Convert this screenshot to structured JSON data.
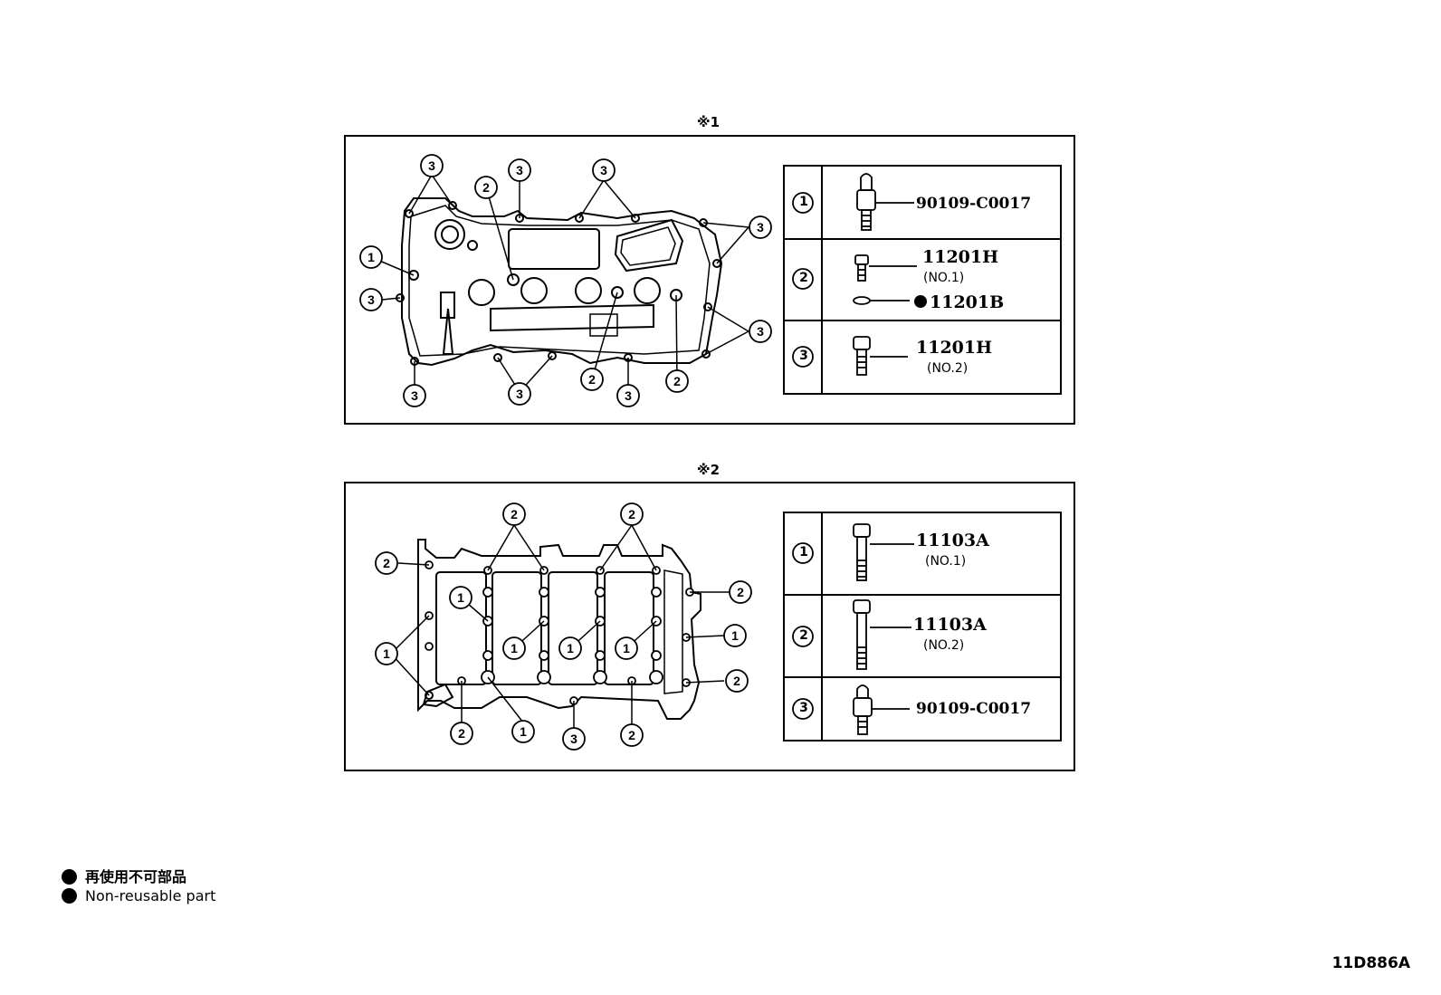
{
  "diagrams": [
    {
      "marker": "※1",
      "callouts": [
        "1",
        "2",
        "3"
      ],
      "table": [
        {
          "num": "1",
          "part": "90109-C0017",
          "sub": ""
        },
        {
          "num": "2",
          "part": "11201H",
          "sub": "(NO.1)",
          "extra": "11201B"
        },
        {
          "num": "3",
          "part": "11201H",
          "sub": "(NO.2)"
        }
      ]
    },
    {
      "marker": "※2",
      "callouts": [
        "1",
        "2",
        "3"
      ],
      "table": [
        {
          "num": "1",
          "part": "11103A",
          "sub": "(NO.1)"
        },
        {
          "num": "2",
          "part": "11103A",
          "sub": "(NO.2)"
        },
        {
          "num": "3",
          "part": "90109-C0017",
          "sub": ""
        }
      ]
    }
  ],
  "legend": {
    "japanese": "再使用不可部品",
    "english": "Non-reusable part"
  },
  "figure_code": "11D886A"
}
